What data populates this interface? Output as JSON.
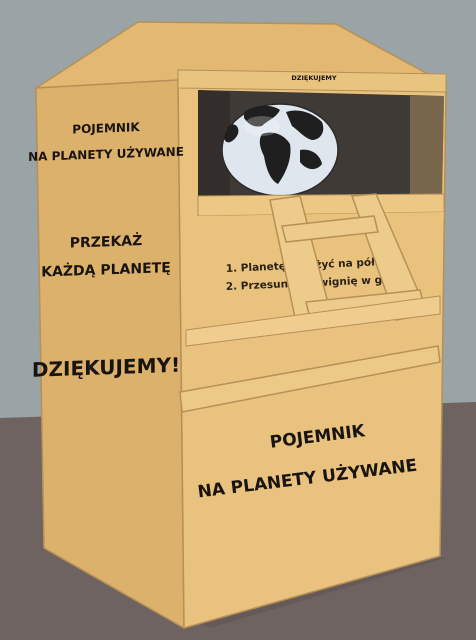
{
  "side_panel": {
    "line1": "POJEMNIK",
    "line2": "NA PLANETY UŻYWANE",
    "line3": "PRZEKAŻ",
    "line4": "KAŻDĄ PLANETĘ",
    "line5": "DZIĘKUJEMY!"
  },
  "hood_label": "DZIĘKUJEMY",
  "instructions": {
    "step1": "1. Planetę położyć na półce",
    "step2": "2. Przesunąć dźwignię w górę ."
  },
  "front_panel": {
    "line1": "POJEMNIK",
    "line2": "NA PLANETY UŻYWANE"
  },
  "colors": {
    "sky": "#9aa3a6",
    "floor": "#6e6360",
    "box_front": "#e8c27e",
    "box_side": "#dcb16c",
    "box_top": "#e2b872",
    "outline": "#b79056",
    "text": "#1a1410"
  },
  "icons": {
    "globe": "earth-globe-icon"
  }
}
